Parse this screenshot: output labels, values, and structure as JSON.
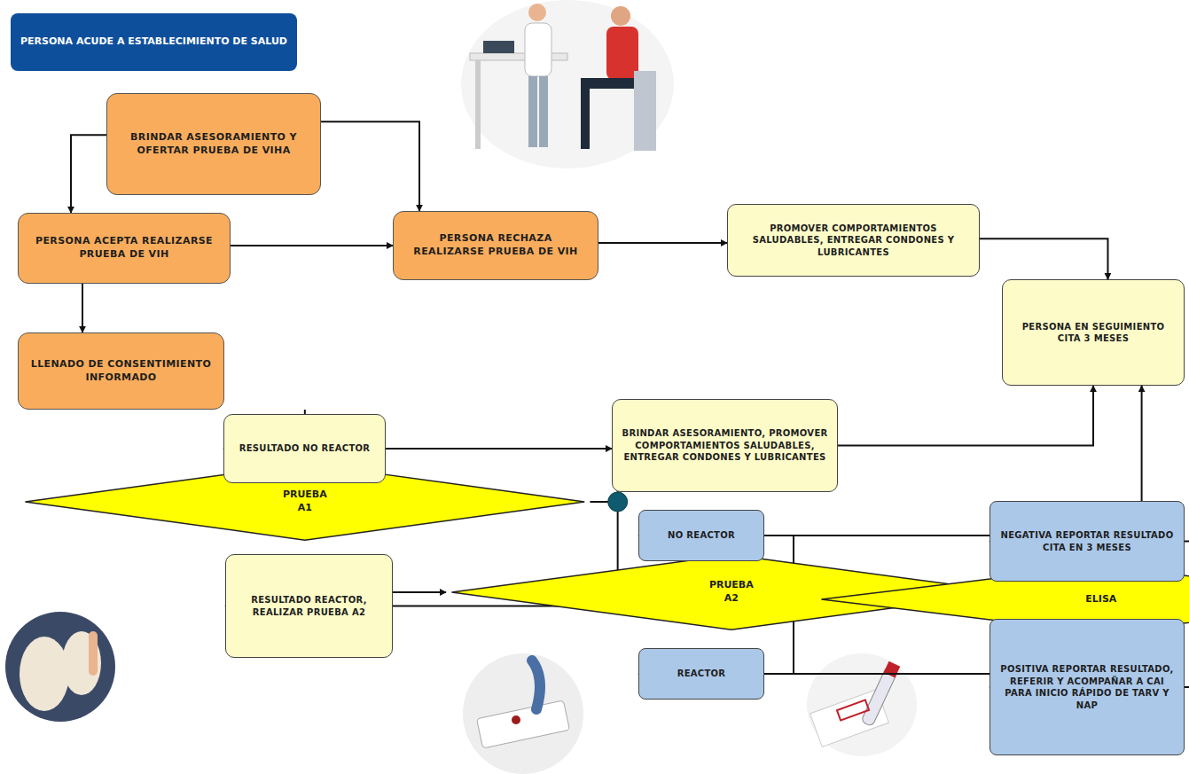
{
  "diagram": {
    "nodes": [
      {
        "text": [
          "PERSONA ACUDE A ESTABLECIMIENTO DE SALUD"
        ]
      },
      {
        "text": [
          "BRINDAR ASESORAMIENTO Y OFERTAR PRUEBA DE VIHA"
        ]
      },
      {
        "text": [
          "PERSONA ACEPTA REALIZARSE PRUEBA DE VIH"
        ]
      },
      {
        "text": [
          "PERSONA RECHAZA REALIZARSE PRUEBA DE VIH"
        ]
      },
      {
        "text": [
          "PROMOVER COMPORTAMIENTOS SALUDABLES, ENTREGAR CONDONES Y LUBRICANTES"
        ]
      },
      {
        "text": [
          "PERSONA EN SEGUIMIENTO CITA 3 MESES"
        ]
      },
      {
        "text": [
          "LLENADO DE CONSENTIMIENTO INFORMADO"
        ]
      },
      {
        "text": [
          "PRUEBA A1"
        ]
      },
      {
        "text": [
          "RESULTADO NO REACTOR"
        ]
      },
      {
        "text": [
          "BRINDAR ASESORAMIENTO, PROMOVER COMPORTAMIENTOS SALUDABLES, ENTREGAR CONDONES Y LUBRICANTES"
        ]
      },
      {
        "text": [
          "RESULTADO REACTOR, REALIZAR PRUEBA A2"
        ]
      },
      {
        "text": [
          "PRUEBA A2"
        ]
      },
      {
        "text": [
          "NO REACTOR"
        ]
      },
      {
        "text": [
          "REACTOR"
        ]
      },
      {
        "text": [
          "ELISA"
        ]
      },
      {
        "text": [
          "NEGATIVA REPORTAR RESULTADO CITA EN 3 MESES"
        ]
      },
      {
        "text": [
          "POSITIVA REPORTAR RESULTADO, REFERIR Y ACOMPAÑAR A CAI PARA INICIO RÁPIDO DE TARV Y NAP"
        ]
      }
    ],
    "edges": [
      {
        "from": 1,
        "to": 2,
        "arrow": "to"
      },
      {
        "from": 1,
        "to": 3,
        "arrow": "to"
      },
      {
        "from": 2,
        "to": 3,
        "arrow": "to"
      },
      {
        "from": 3,
        "to": 4,
        "arrow": "to"
      },
      {
        "from": 4,
        "to": 5,
        "arrow": "to"
      },
      {
        "from": 2,
        "to": 6,
        "arrow": "to"
      },
      {
        "from": 6,
        "to": 7,
        "arrow": "to"
      },
      {
        "from": 7,
        "to": 8,
        "arrow": "to"
      },
      {
        "from": 8,
        "to": 9,
        "arrow": "to"
      },
      {
        "from": 9,
        "to": 5,
        "arrow": "to"
      },
      {
        "from": 7,
        "to": 10,
        "arrow": "to"
      },
      {
        "from": 10,
        "to": 11,
        "arrow": "to"
      },
      {
        "from": 11,
        "to": 12,
        "arrow": "to"
      },
      {
        "from": 11,
        "to": 13,
        "arrow": "to"
      },
      {
        "from": 12,
        "to": 14,
        "arrow": "to"
      },
      {
        "from": 13,
        "to": 14,
        "arrow": "to"
      },
      {
        "from": 14,
        "to": 15,
        "arrow": "to"
      },
      {
        "from": 14,
        "to": 16,
        "arrow": "to"
      },
      {
        "from": 15,
        "to": 5,
        "arrow": "to"
      }
    ]
  }
}
